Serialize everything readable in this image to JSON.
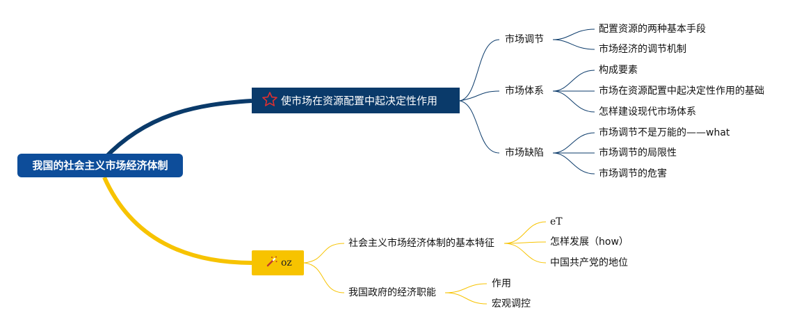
{
  "root": {
    "label": "我国的社会主义市场经济体制"
  },
  "branch1": {
    "label": "使市场在资源配置中起决定性作用",
    "icon": "star-icon",
    "color": "#0a3a6a",
    "children": [
      {
        "label": "市场调节",
        "children": [
          "配置资源的两种基本手段",
          "市场经济的调节机制"
        ]
      },
      {
        "label": "市场体系",
        "children": [
          "构成要素",
          "市场在资源配置中起决定性作用的基础",
          "怎样建设现代市场体系"
        ]
      },
      {
        "label": "市场缺陷",
        "children": [
          "市场调节不是万能的——what",
          "市场调节的局限性",
          "市场调节的危害"
        ]
      }
    ]
  },
  "branch2": {
    "label": "oz",
    "icon": "magic-wand-icon",
    "color": "#f7c300",
    "children": [
      {
        "label": "社会主义市场经济体制的基本特征",
        "children": [
          "eT",
          "怎样发展（how）",
          "中国共产党的地位"
        ]
      },
      {
        "label": "我国政府的经济职能",
        "children": [
          "作用",
          "宏观调控"
        ]
      }
    ]
  }
}
